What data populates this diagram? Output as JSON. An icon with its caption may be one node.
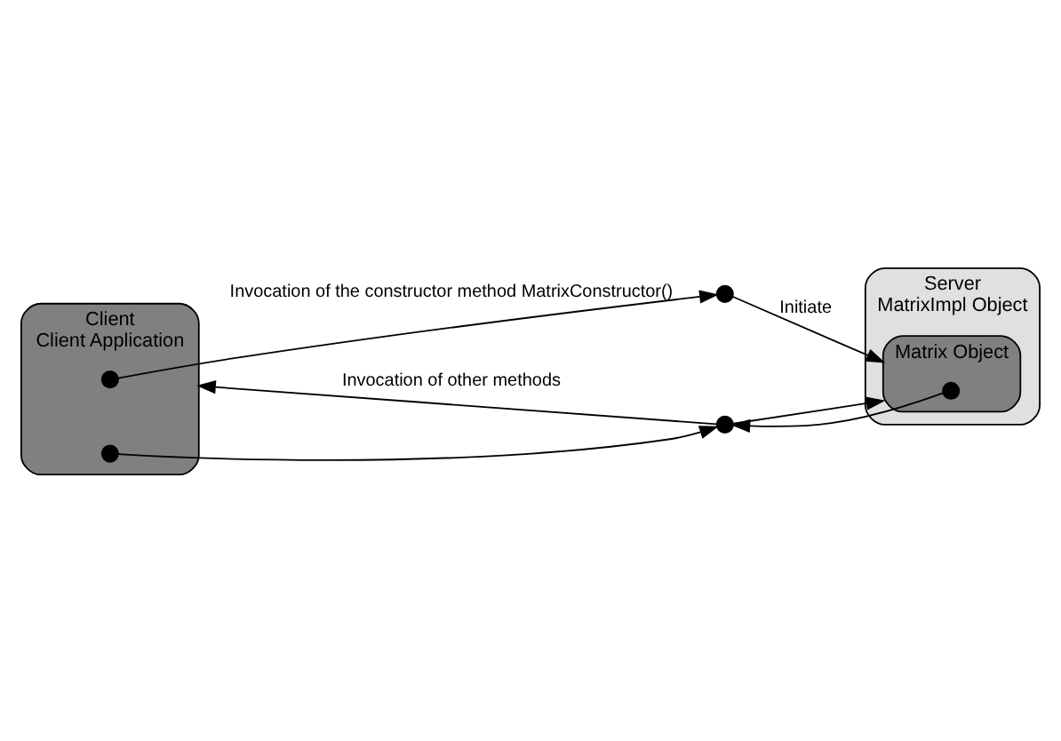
{
  "diagram": {
    "nodes": [
      {
        "text": [
          "Client",
          "Client Application"
        ]
      },
      {
        "text": [],
        "shape": "circle",
        "in": 0
      },
      {
        "text": [],
        "shape": "circle",
        "in": 0
      },
      {
        "text": [
          "Server",
          "MatrixImpl Object"
        ]
      },
      {
        "text": [],
        "shape": "circle"
      },
      {
        "text": [],
        "shape": "circle"
      },
      {
        "text": [
          "Matrix Object"
        ],
        "in": 3
      },
      {
        "text": [],
        "shape": "circle",
        "in": 6
      }
    ],
    "edges": [
      {
        "from": 1,
        "to": 4,
        "arrow": "to",
        "label": "Invocation of the constructor method MatrixConstructor()"
      },
      {
        "from": 4,
        "to": 6,
        "arrow": "to",
        "label": "Initiate"
      },
      {
        "from": 2,
        "to": 5,
        "arrow": "to"
      },
      {
        "from": 5,
        "to": 0,
        "arrow": "to",
        "label": "Invocation of other methods"
      },
      {
        "from": 5,
        "to": 6,
        "arrow": "to"
      },
      {
        "from": 7,
        "to": 5,
        "arrow": "to"
      }
    ]
  }
}
